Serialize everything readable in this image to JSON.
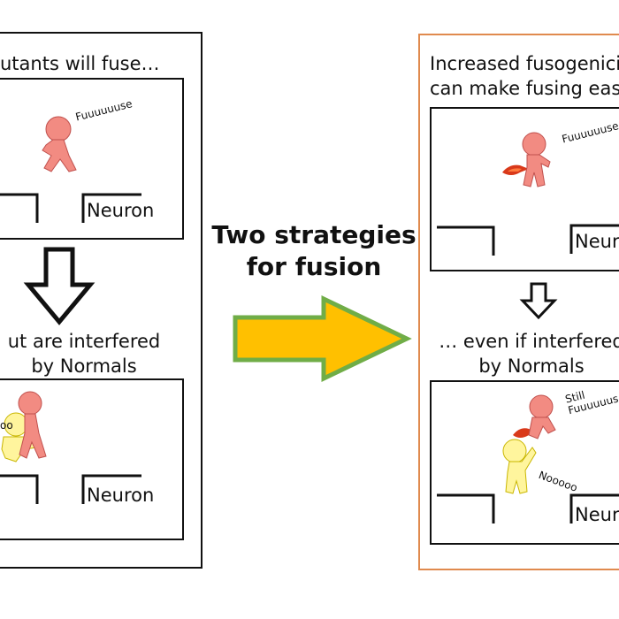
{
  "left_panel": {
    "caption_top": "utants will fuse…",
    "caption_bottom_line1": "ut are interfered",
    "caption_bottom_line2": "by Normals",
    "neuron_label_1": "Neuron",
    "neuron_label_2": "Neuron",
    "speech_fuse": "Fuuuuuuse",
    "speech_no": "oo"
  },
  "center": {
    "title_line1": "Two strategies",
    "title_line2": "for fusion"
  },
  "right_panel": {
    "caption_top_line1": "Increased fusogenicit",
    "caption_top_line2": "can make fusing easy",
    "caption_middle_line1": "… even if interfered",
    "caption_middle_line2": "by Normals",
    "neuron_label_1": "Neuro",
    "neuron_label_2": "Neuro",
    "speech_fuse": "Fuuuuuuse",
    "speech_still_line1": "Still",
    "speech_still_line2": "Fuuuuuus",
    "speech_no": "Nooooo"
  },
  "colors": {
    "mutant_fill": "#f28b82",
    "normal_fill": "#fff59d",
    "right_panel_border": "#e08a4e",
    "arrow_fill": "#ffc000",
    "arrow_stroke": "#70ad47",
    "flame": "#d9391a"
  }
}
